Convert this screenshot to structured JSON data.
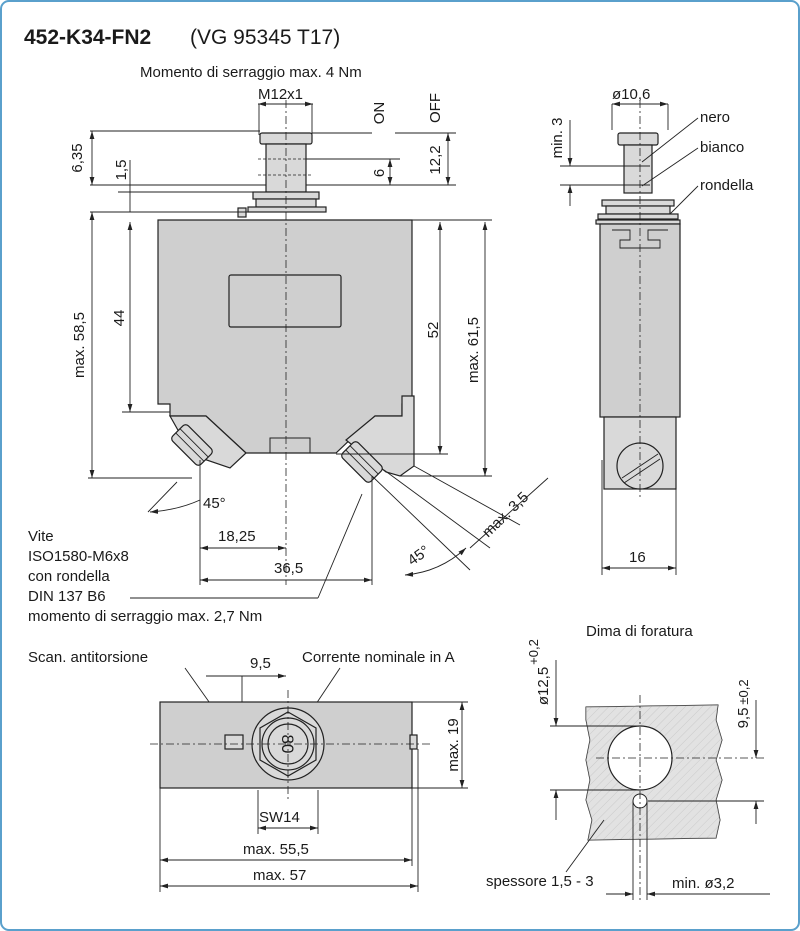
{
  "title": {
    "part_number": "452-K34-FN2",
    "spec": "(VG 95345 T17)"
  },
  "front_view": {
    "torque_top": "Momento di serraggio max. 4 Nm",
    "thread": "M12x1",
    "on": "ON",
    "off": "OFF",
    "dim_6_35": "6,35",
    "dim_1_5": "1,5",
    "dim_6": "6",
    "dim_12_2": "12,2",
    "dim_max_58_5": "max. 58,5",
    "dim_44": "44",
    "dim_52": "52",
    "dim_max_61_5": "max. 61,5",
    "dim_45_left": "45°",
    "dim_max_3_5": "max. 3,5",
    "dim_18_25": "18,25",
    "dim_36_5": "36,5",
    "dim_45_right": "45°",
    "screw_note": [
      "Vite",
      "ISO1580-M6x8",
      "con rondella",
      "DIN 137 B6",
      "momento di serraggio max. 2,7 Nm"
    ]
  },
  "side_view": {
    "dim_10_6": "ø10,6",
    "dim_min_3": "min. 3",
    "label_nero": "nero",
    "label_bianco": "bianco",
    "label_rondella": "rondella",
    "dim_16": "16"
  },
  "top_view": {
    "anti_twist": "Scan. antitorsione",
    "dim_9_5": "9,5",
    "rated_current_label": "Corrente nominale in A",
    "rated_current_value": "80",
    "dim_max_19": "max. 19",
    "sw": "SW14",
    "dim_max_55_5": "max. 55,5",
    "dim_max_57": "max. 57"
  },
  "drilling": {
    "title": "Dima di foratura",
    "hole_main": "ø12,5",
    "hole_main_tol": "+0,2",
    "offset": "9,5",
    "offset_tol": "±0,2",
    "thickness": "spessore 1,5 - 3",
    "hole_small": "min. ø3,2"
  },
  "colors": {
    "frame": "#5aa0cc",
    "body_fill": "#cfcfcf",
    "line": "#222222"
  }
}
